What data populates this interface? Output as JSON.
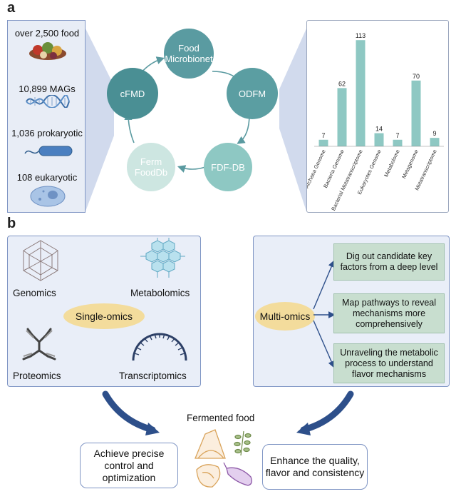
{
  "panel_a": {
    "label": "a",
    "left_items": [
      {
        "text": "over 2,500 food",
        "icon": "food-icon"
      },
      {
        "text": "10,899 MAGs",
        "icon": "dna-icon"
      },
      {
        "text": "1,036 prokaryotic",
        "icon": "bacterium-icon"
      },
      {
        "text": "108 eukaryotic",
        "icon": "cell-icon"
      }
    ],
    "cycle": {
      "top": "Food Microbionet",
      "right": "ODFM",
      "bottom_right": "FDF-DB",
      "bottom_left": "Ferm FoodDb",
      "left": "cFMD"
    },
    "colors": {
      "dark_teal": "#4a8f94",
      "mid_teal": "#6aa9ab",
      "light_teal": "#a9d2cf",
      "pale_teal": "#cde6e1"
    }
  },
  "chart_data": {
    "type": "bar",
    "categories": [
      "Archaea Genome",
      "Bacteria Genome",
      "Bacterial Metatranscriptome",
      "Eukaryotes Genome",
      "Metabolome",
      "Metagenome",
      "Metatranscriptome"
    ],
    "values": [
      7,
      62,
      113,
      14,
      7,
      70,
      9
    ],
    "ylim": [
      0,
      120
    ],
    "bar_color": "#8ec8c3"
  },
  "panel_b": {
    "label": "b",
    "single_omics": {
      "center": "Single-omics",
      "genomics": "Genomics",
      "metabolomics": "Metabolomics",
      "proteomics": "Proteomics",
      "transcriptomics": "Transcriptomics"
    },
    "multi_omics": {
      "center": "Multi-omics",
      "items": [
        "Dig out candidate key factors from a deep level",
        "Map pathways to reveal mechanisms more comprehensively",
        "Unraveling the metabolic process to understand flavor mechanisms"
      ]
    },
    "fermented_food": "Fermented food",
    "outcome_left": "Achieve precise control and optimization",
    "outcome_right": "Enhance the quality, flavor and consistency"
  }
}
